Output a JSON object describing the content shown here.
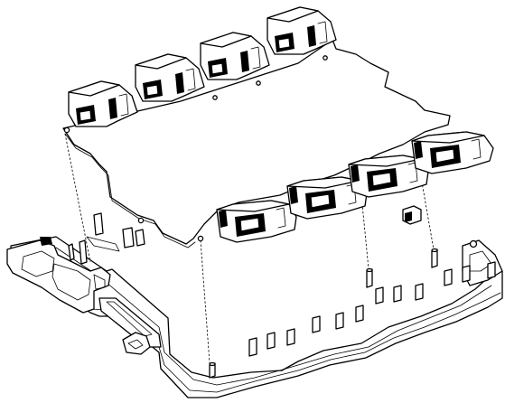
{
  "figure": {
    "type": "exploded-assembly-line-drawing",
    "components": [
      {
        "name": "upper-module-row"
      },
      {
        "name": "circuit-board"
      },
      {
        "name": "lower-module-row"
      },
      {
        "name": "base-housing"
      }
    ],
    "colors": {
      "line": "#000000",
      "fill": "#ffffff",
      "background": "#ffffff"
    }
  }
}
